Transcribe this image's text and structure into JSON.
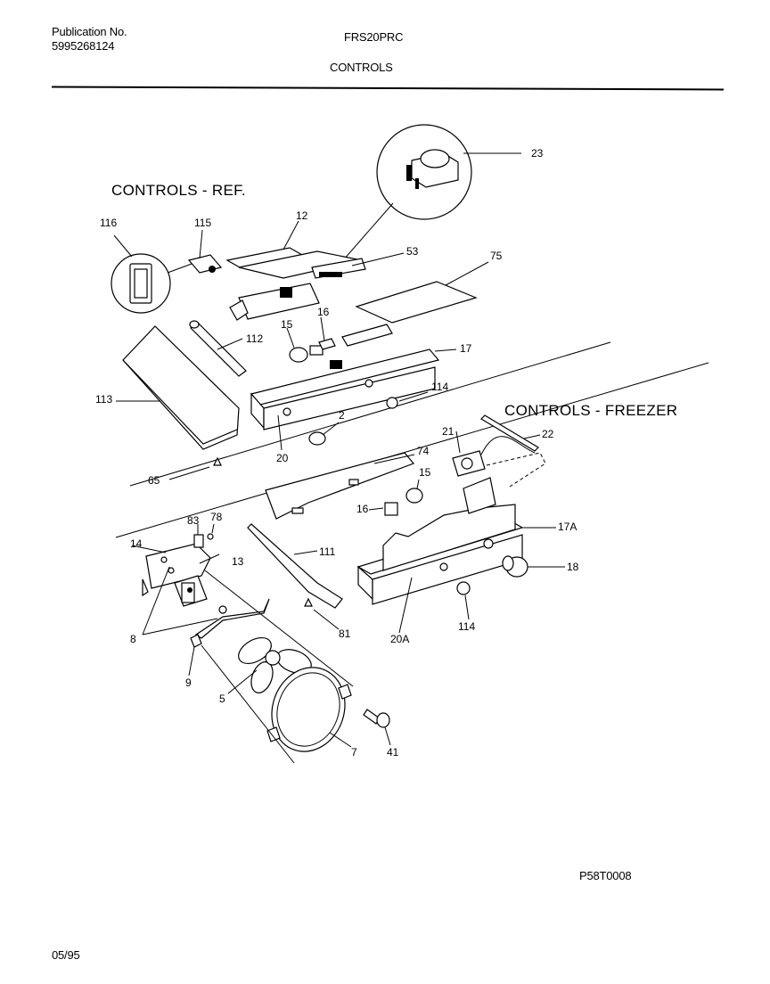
{
  "header": {
    "publication_label": "Publication No.",
    "publication_number": "5995268124",
    "model": "FRS20PRC",
    "section": "CONTROLS"
  },
  "diagram": {
    "section_ref": "CONTROLS - REF.",
    "section_freezer": "CONTROLS - FREEZER",
    "callouts": {
      "c23": "23",
      "c116": "116",
      "c115": "115",
      "c12": "12",
      "c53": "53",
      "c75": "75",
      "c16a": "16",
      "c15a": "15",
      "c112": "112",
      "c17": "17",
      "c113": "113",
      "c114a": "114",
      "c2": "2",
      "c20": "20",
      "c65": "65",
      "c74": "74",
      "c21": "21",
      "c22": "22",
      "c15b": "15",
      "c16b": "16",
      "c83": "83",
      "c78": "78",
      "c14": "14",
      "c13": "13",
      "c111": "111",
      "c17a": "17A",
      "c18": "18",
      "c8": "8",
      "c81": "81",
      "c20a": "20A",
      "c114b": "114",
      "c9": "9",
      "c5": "5",
      "c7": "7",
      "c41": "41"
    }
  },
  "footer": {
    "drawing_code": "P58T0008",
    "date": "05/95"
  }
}
